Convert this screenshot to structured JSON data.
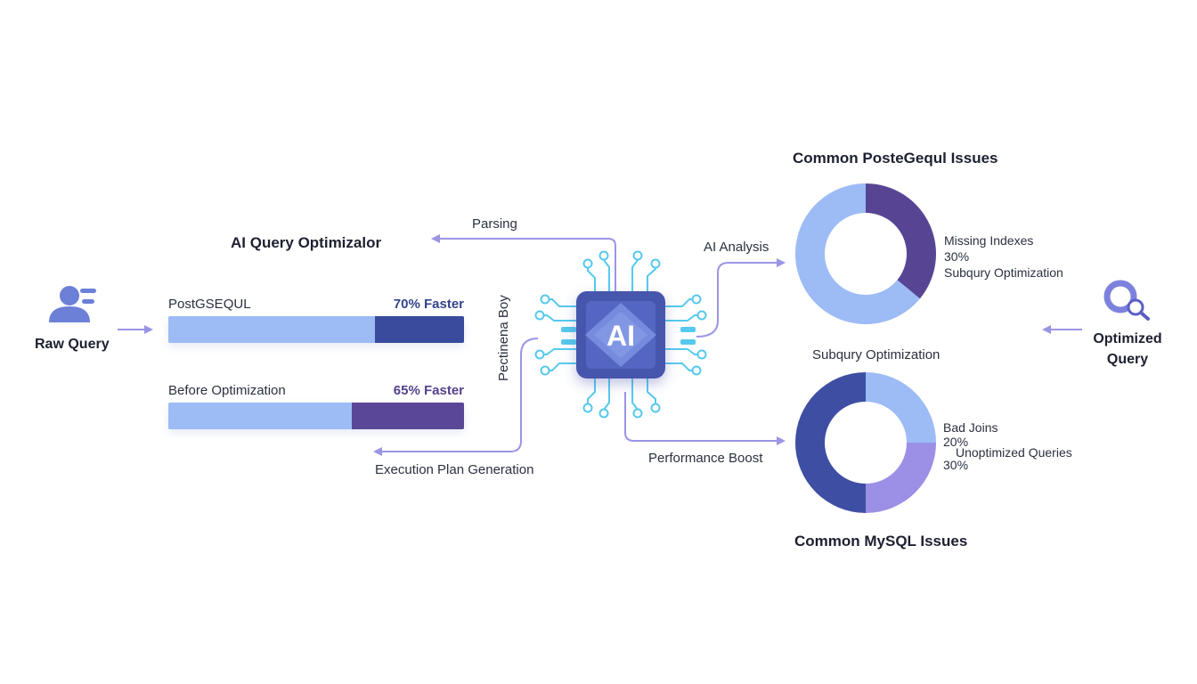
{
  "title": "AI Query Optimizalor",
  "input": {
    "label": "Raw Query",
    "icon": "user-query-icon"
  },
  "output": {
    "label_line1": "Optimized",
    "label_line2": "Query",
    "icon": "search-magnifier-icon"
  },
  "processor": {
    "label": "AI",
    "icon": "ai-chip-icon"
  },
  "flow_labels": {
    "parsing": "Parsing",
    "ai_analysis": "AI Analysis",
    "vertical": "Pectinena Boy",
    "execution": "Execution Plan Generation",
    "performance": "Performance Boost"
  },
  "comparison_bars": [
    {
      "label": "PostGSEQUL",
      "faster_label": "70% Faster",
      "fraction": 0.3,
      "fill_color": "#3a4a9c",
      "text_color": "#34448e"
    },
    {
      "label": "Before Optimization",
      "faster_label": "65% Faster",
      "fraction": 0.38,
      "fill_color": "#5a4797",
      "text_color": "#55418d"
    }
  ],
  "chart_data": [
    {
      "type": "pie",
      "title": "Common PosteGequl Issues",
      "slices": [
        {
          "value": 36,
          "color": "#574593"
        },
        {
          "value": 64,
          "color": "#9dbbf5"
        }
      ],
      "annotations": [
        "Missing Indexes",
        "30%",
        "Subqury Optimization"
      ]
    },
    {
      "type": "pie",
      "title": "Common MySQL Issues",
      "subtitle": "Subqury Optimization",
      "slices": [
        {
          "value": 25,
          "color": "#9dbbf5"
        },
        {
          "value": 25,
          "color": "#9b8fe6"
        },
        {
          "value": 50,
          "color": "#3e4ea3"
        }
      ],
      "annotations": [
        "Bad Joins",
        "20%",
        "Unoptimized Queries",
        "30%"
      ]
    }
  ],
  "colors": {
    "arrow": "#9a95e4",
    "circuit": "#56c9ee",
    "chip_outer": "#4756ad",
    "chip_inner": "#6f84d8"
  }
}
